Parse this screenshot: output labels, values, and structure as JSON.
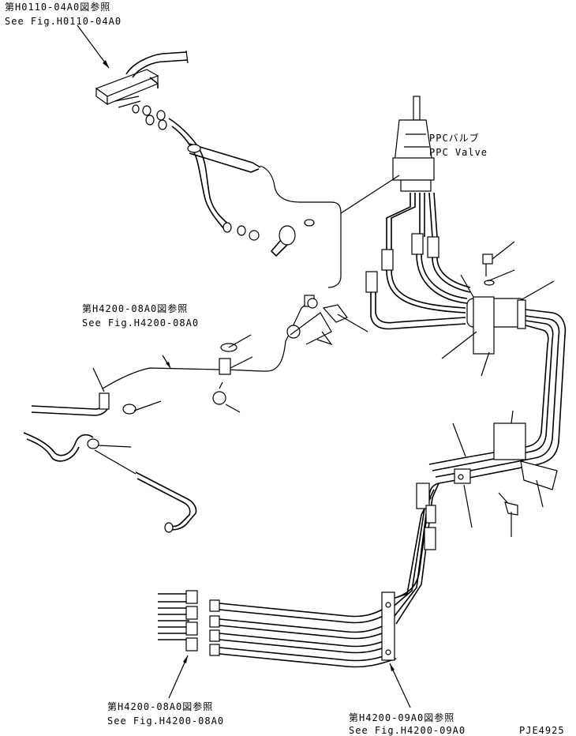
{
  "callouts": {
    "top_left": {
      "jp": "第H0110-04A0図参照",
      "en": "See Fig.H0110-04A0"
    },
    "ppc": {
      "jp": "PPCバルブ",
      "en": "PPC Valve"
    },
    "mid_left": {
      "jp": "第H4200-08A0図参照",
      "en": "See Fig.H4200-08A0"
    },
    "bottom_left": {
      "jp": "第H4200-08A0図参照",
      "en": "See Fig.H4200-08A0"
    },
    "bottom_right": {
      "jp": "第H4200-09A0図参照",
      "en": "See Fig.H4200-09A0"
    }
  },
  "drawing_number": "PJE4925"
}
